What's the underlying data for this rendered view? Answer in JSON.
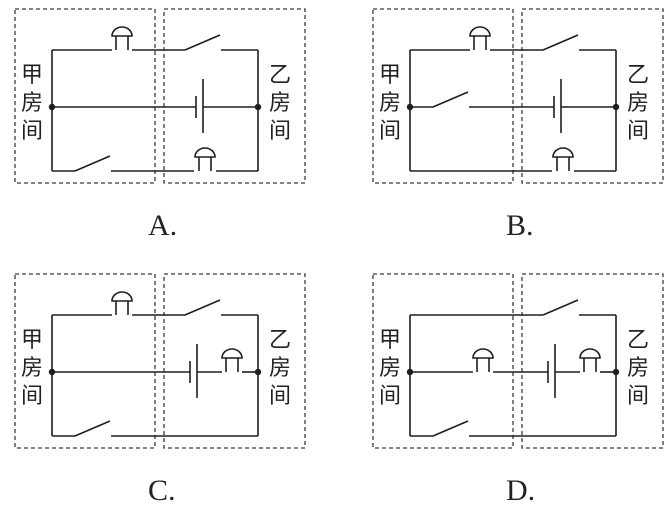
{
  "question": {
    "room_left_label": "甲房间",
    "room_right_label": "乙房间",
    "options": [
      {
        "label": "A.",
        "top_branch": [
          "bell-left",
          "switch-right"
        ],
        "middle_branch": [
          "battery"
        ],
        "bottom_branch": [
          "switch-left",
          "bell-right"
        ],
        "middle_switch": false
      },
      {
        "label": "B.",
        "top_branch": [
          "bell-left",
          "switch-right"
        ],
        "middle_branch": [
          "switch-left",
          "battery"
        ],
        "bottom_branch": [
          "bell-right"
        ],
        "middle_switch": true
      },
      {
        "label": "C.",
        "top_branch": [
          "bell-left",
          "switch-right"
        ],
        "middle_branch": [
          "battery",
          "bell-right"
        ],
        "bottom_branch": [
          "switch-left"
        ],
        "middle_switch": false
      },
      {
        "label": "D.",
        "top_branch": [
          "switch-right"
        ],
        "middle_branch": [
          "bell-left",
          "battery",
          "bell-right"
        ],
        "bottom_branch": [
          "switch-left"
        ],
        "middle_switch": false
      }
    ]
  }
}
